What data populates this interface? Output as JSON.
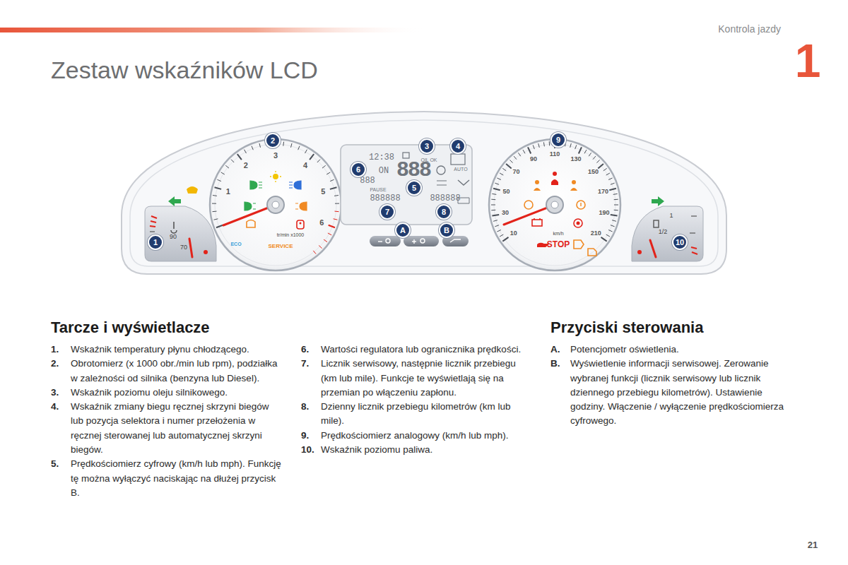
{
  "diagram": {
    "title": "Zestaw wskaźników LCD",
    "nodes": [
      {
        "text": [
          "1"
        ]
      },
      {
        "text": [
          "2"
        ]
      },
      {
        "text": [
          "3"
        ]
      },
      {
        "text": [
          "4"
        ]
      },
      {
        "text": [
          "5"
        ]
      },
      {
        "text": [
          "6"
        ]
      },
      {
        "text": [
          "7"
        ]
      },
      {
        "text": [
          "8"
        ]
      },
      {
        "text": [
          "9"
        ]
      },
      {
        "text": [
          "10"
        ]
      },
      {
        "text": [
          "A"
        ]
      },
      {
        "text": [
          "B"
        ]
      }
    ],
    "labels": [
      "Kontrola jazdy",
      "1",
      "Tarcze i wyświetlacze",
      "Przyciski sterowania",
      "1.",
      "Wskaźnik temperatury płynu chłodzącego.",
      "2.",
      "Obrotomierz (x 1000 obr./min lub rpm), podziałka w zależności od silnika (benzyna lub Diesel).",
      "3.",
      "Wskaźnik poziomu oleju silnikowego.",
      "4.",
      "Wskaźnik zmiany biegu ręcznej skrzyni biegów lub pozycja selektora i numer przełożenia w ręcznej sterowanej lub automatycznej skrzyni biegów.",
      "5.",
      "Prędkościomierz cyfrowy (km/h lub mph). Funkcję tę można wyłączyć naciskając na dłużej przycisk B.",
      "6.",
      "Wartości regulatora lub ogranicznika prędkości.",
      "7.",
      "Licznik serwisowy, następnie licznik przebiegu (km lub mile). Funkcje te wyświetlają się na przemian po włączeniu zapłonu.",
      "8.",
      "Dzienny licznik przebiegu kilometrów (km lub mile).",
      "9.",
      "Prędkościomierz analogowy (km/h lub mph).",
      "10.",
      "Wskaźnik poziomu paliwa.",
      "A.",
      "Potencjometr oświetlenia.",
      "B.",
      "Wyświetlenie informacji serwisowej. Zerowanie wybranej funkcji (licznik serwisowy lub licznik dziennego przebiegu kilometrów). Ustawienie godziny. Włączenie / wyłączenie prędkościomierza cyfrowego.",
      "21",
      "1",
      "2",
      "3",
      "4",
      "5",
      "6",
      "tr/min x1000",
      "SERVICE",
      "ECO",
      "10",
      "30",
      "50",
      "70",
      "90",
      "110",
      "130",
      "150",
      "170",
      "190",
      "210",
      "km/h",
      "STOP",
      "90",
      "70",
      "1",
      "1/2",
      "12:38",
      "OIL OK",
      "ON",
      "888",
      "888",
      "PAUSE",
      "888888",
      "888888",
      "AUTO"
    ]
  }
}
